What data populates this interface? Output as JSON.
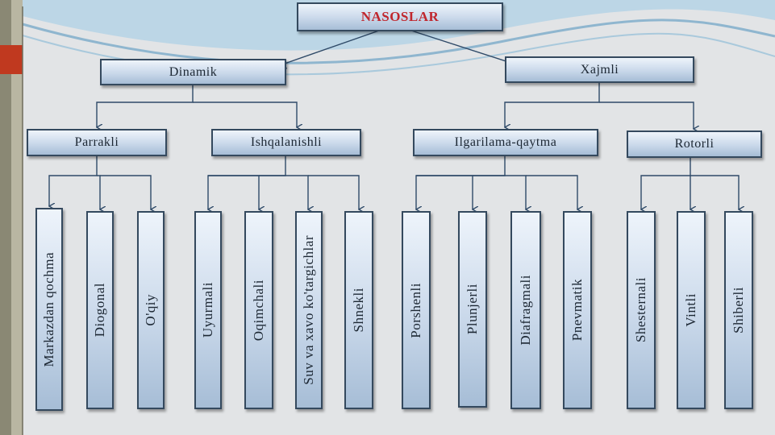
{
  "root": "NASOSLAR",
  "level1": [
    "Dinamik",
    "Xajmli"
  ],
  "level2": [
    "Parrakli",
    "Ishqalanishli",
    "Ilgarilama-qaytma",
    "Rotorli"
  ],
  "leaves": {
    "parrakli": [
      "Markazdan qochma",
      "Diogonal",
      "O'qiy"
    ],
    "ishqalanishli": [
      "Uyurmali",
      "Oqimchali",
      "Suv va xavo ko'targichlar",
      "Shnekli"
    ],
    "ilgarilama": [
      "Porshenli",
      "Plunjerli",
      "Diafragmali",
      "Pnevmatik"
    ],
    "rotorli": [
      "Shesternali",
      "Vintli",
      "Shiberli"
    ]
  },
  "colors": {
    "root_text": "#c0262d",
    "box_border": "#34495e",
    "connector": "#2f4a68",
    "accent_wave": "#8fb6cf"
  }
}
